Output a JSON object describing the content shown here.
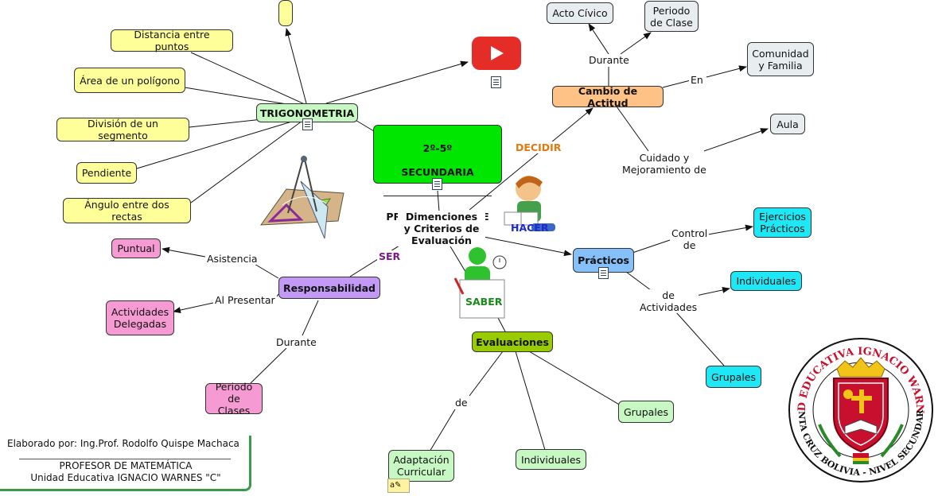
{
  "center": {
    "line1": "2º-5º",
    "line2": "SECUNDARIA",
    "line3": "PRIMER BIMESTRE"
  },
  "trig": {
    "title": "TRIGONOMETRIA",
    "topics": [
      "Distancia entre puntos",
      "Área de un polígono",
      "División de un segmento",
      "Pendiente",
      "Ángulo entre dos rectas"
    ],
    "empty_node": ""
  },
  "dimensions": {
    "title": "Dimenciones\ny Criterios de\nEvaluación"
  },
  "labels": {
    "decidir": "DECIDIR",
    "ser": "SER",
    "hacer": "HACER",
    "saber": "SABER"
  },
  "actitud": {
    "title": "Cambio de Actitud",
    "durante": "Durante",
    "acto": "Acto Cívico",
    "periodo": "Periodo\nde Clase",
    "en": "En",
    "comunidad": "Comunidad\ny Familia",
    "cuidado": "Cuidado y\nMejoramiento de",
    "aula": "Aula"
  },
  "practicos": {
    "title": "Prácticos",
    "control": "Control\nde",
    "ejercicios": "Ejercicios\nPrácticos",
    "de_actividades": "de\nActividades",
    "individuales": "Individuales",
    "grupales": "Grupales"
  },
  "responsabilidad": {
    "title": "Responsabilidad",
    "asistencia": "Asistencia",
    "puntual": "Puntual",
    "al_presentar": "Al Presentar",
    "actividades": "Actividades\nDelegadas",
    "durante": "Durante",
    "periodo": "Periodo\nde Clases"
  },
  "evaluaciones": {
    "title": "Evaluaciones",
    "de": "de",
    "adaptacion": "Adaptación\nCurricular",
    "individuales": "Individuales",
    "grupales": "Grupales"
  },
  "footer": {
    "author": "Elaborado por: Ing.Prof. Rodolfo Quispe Machaca",
    "role": "PROFESOR DE MATEMÁTICA",
    "school": "Unidad Educativa IGNACIO WARNES \"C\""
  },
  "logo": {
    "ring_top": "UNIDAD EDUCATIVA IGNACIO WARNES \"C\"",
    "ring_bottom": "SANTA CRUZ BOLIVIA - NIVEL SECUNDARIO"
  },
  "colors": {
    "youtube": "#e52d27",
    "center": "#00e600",
    "decidir": "#e07a10",
    "ser": "#7a1a8a",
    "hacer": "#1a2ad0",
    "saber": "#1a8a1a"
  }
}
